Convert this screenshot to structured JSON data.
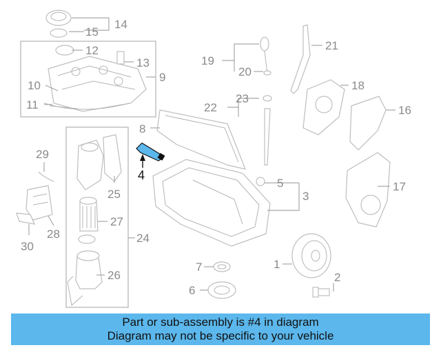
{
  "highlight_color": "#5bb7ec",
  "banner": {
    "line1": "Part or sub-assembly is #4 in diagram",
    "line2": "Diagram may not be specific to your vehicle"
  },
  "callouts": {
    "c1": "1",
    "c2": "2",
    "c3": "3",
    "c4": "4",
    "c5": "5",
    "c6": "6",
    "c7": "7",
    "c8": "8",
    "c9": "9",
    "c10": "10",
    "c11": "11",
    "c12": "12",
    "c13": "13",
    "c14": "14",
    "c15": "15",
    "c16": "16",
    "c17": "17",
    "c18": "18",
    "c19": "19",
    "c20": "20",
    "c21": "21",
    "c22": "22",
    "c23": "23",
    "c24": "24",
    "c25": "25",
    "c26": "26",
    "c27": "27",
    "c28": "28",
    "c29": "29",
    "c30": "30"
  }
}
